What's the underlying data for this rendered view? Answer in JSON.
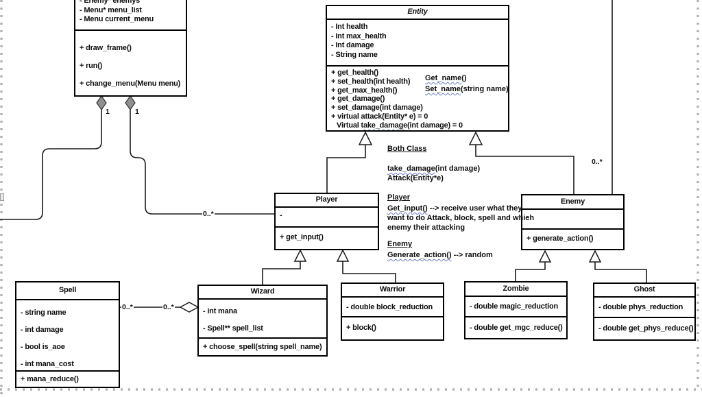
{
  "diagram": {
    "kind": "uml-class-diagram",
    "colors": {
      "line": "#1a1a1a",
      "box_border": "#000000",
      "aggregation_diamond_fill": "#8f8f8f",
      "squiggle_underline": "#6b7ec9",
      "page_boundary_dots": "#b3b3b3"
    }
  },
  "classes": {
    "game": {
      "attrs": [
        "- Enemy* enemys",
        "- Menu* menu_list",
        "- Menu current_menu"
      ],
      "methods": [
        "+ draw_frame()",
        "+ run()",
        "+ change_menu(Menu menu)"
      ]
    },
    "entity": {
      "title": "Entity",
      "attrs": [
        "- Int health",
        "- Int max_health",
        "- Int damage",
        "- String name"
      ],
      "methods": [
        "+ get_health()",
        "+ set_health(int health)",
        "+ get_max_health()",
        "+ get_damage()",
        "+ set_damage(int damage)",
        "+ virtual attack(Entity* e) = 0"
      ],
      "virtual_line": {
        "pre": "Virtual ",
        "wavy": "take_damage",
        "post": "(int damage) = 0"
      },
      "note": {
        "l1_wavy": "Get_name",
        "l1_rest": "()",
        "l2_wavy": "Set_name",
        "l2_rest": "(string name)"
      }
    },
    "player": {
      "title": "Player",
      "attrs": [
        "-"
      ],
      "methods": [
        "+ get_input()"
      ]
    },
    "enemy": {
      "title": "Enemy",
      "attrs": [
        "-"
      ],
      "methods": [
        "+ generate_action()"
      ]
    },
    "wizard": {
      "title": "Wizard",
      "attrs": [
        "- int mana",
        "- Spell** spell_list"
      ],
      "methods": [
        "+ choose_spell(string spell_name)"
      ]
    },
    "warrior": {
      "title": "Warrior",
      "attrs": [
        "- double block_reduction"
      ],
      "methods": [
        "+ block()"
      ]
    },
    "zombie": {
      "title": "Zombie",
      "attrs": [
        "- double magic_reduction"
      ],
      "methods": [
        "- double get_mgc_reduce()"
      ]
    },
    "ghost": {
      "title": "Ghost",
      "attrs": [
        "- double phys_reduction"
      ],
      "methods": [
        "- double get_phys_reduce()"
      ]
    },
    "spell": {
      "title": "Spell",
      "attrs": [
        "- string name",
        "- int damage",
        "- bool is_aoe",
        "- int mana_cost"
      ],
      "methods": [
        "+ mana_reduce()"
      ]
    }
  },
  "notes": {
    "both_class": {
      "heading": "Both Class",
      "m1_wavy": "take_damage",
      "m1_rest": "(int damage)",
      "m2": "Attack(Entity*e)"
    },
    "player": {
      "heading": "Player",
      "m_wavy": "Get_input()",
      "l1_rest": " --> receive user what they",
      "l2": "want to do  Attack, block, spell and which",
      "l3": "enemy their attacking"
    },
    "enemy": {
      "heading": "Enemy",
      "m_wavy": "Generate_action()",
      "rest": " --> random"
    }
  },
  "multiplicities": {
    "game_left_1": "1",
    "game_right_1": "1",
    "game_to_player": "0..*",
    "game_to_enemy": "0..*",
    "spell_side": "0..*",
    "wizard_side": "0..*"
  }
}
